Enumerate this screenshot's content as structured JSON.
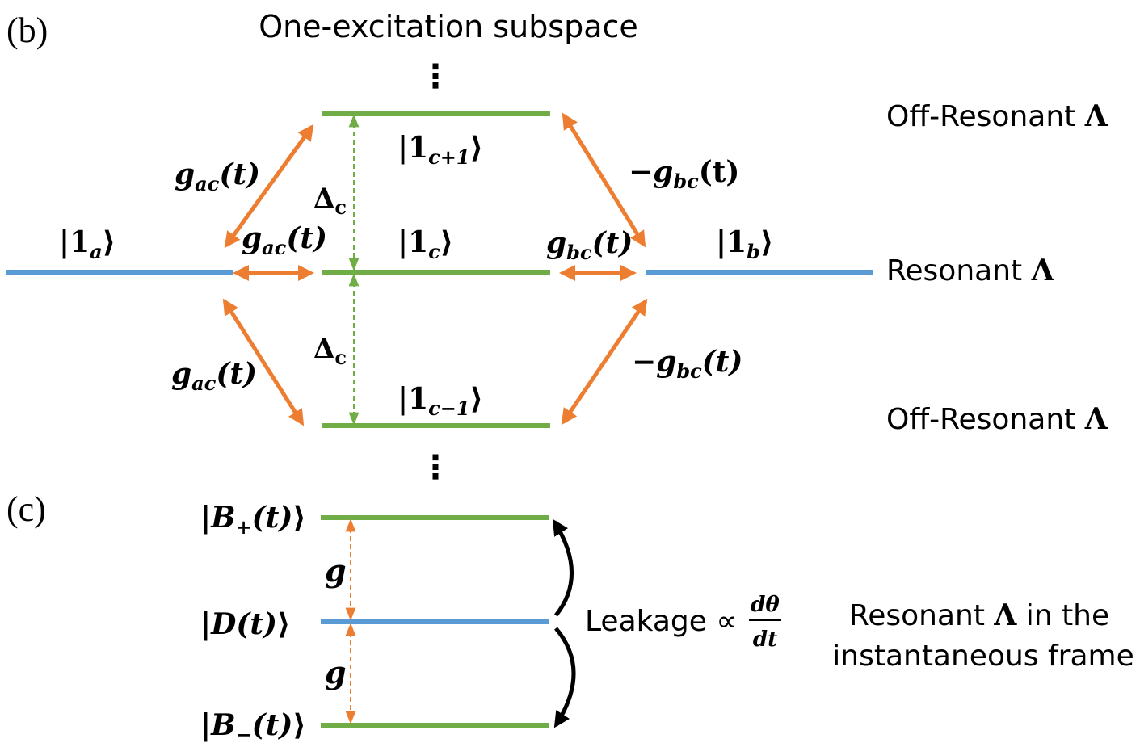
{
  "panel_b": {
    "panel_label": "(b)",
    "title": "One-excitation subspace",
    "states": {
      "a": {
        "ket": "1",
        "sub": "a"
      },
      "b": {
        "ket": "1",
        "sub": "b"
      },
      "c": {
        "ket": "1",
        "sub": "c"
      },
      "c_plus": {
        "ket": "1",
        "sub": "c+1"
      },
      "c_minus": {
        "ket": "1",
        "sub": "c−1"
      }
    },
    "couplings": {
      "ac_top": {
        "g": "g",
        "sub": "ac",
        "arg": "(t)"
      },
      "ac_mid": {
        "g": "g",
        "sub": "ac",
        "arg": "(t)"
      },
      "ac_bot": {
        "g": "g",
        "sub": "ac",
        "arg": "(t)"
      },
      "bc_top": {
        "sign": "−",
        "g": "g",
        "sub": "bc",
        "arg": "(t)"
      },
      "bc_mid": {
        "g": "g",
        "sub": "bc",
        "arg": "(t)"
      },
      "bc_bot": {
        "sign": "−",
        "g": "g",
        "sub": "bc",
        "arg": "(t)"
      }
    },
    "detuning": {
      "symbol": "Δ",
      "sub": "c"
    },
    "dots": "⋮",
    "side_labels": {
      "top": {
        "text": "Off-Resonant ",
        "symbol": "Λ"
      },
      "mid": {
        "text": "Resonant ",
        "symbol": "Λ"
      },
      "bot": {
        "text": "Off-Resonant ",
        "symbol": "Λ"
      }
    }
  },
  "panel_c": {
    "panel_label": "(c)",
    "states": {
      "b_plus": {
        "name": "B",
        "sub": "+",
        "arg": "(t)"
      },
      "dark": {
        "name": "D",
        "arg": "(t)"
      },
      "b_minus": {
        "name": "B",
        "sub": "−",
        "arg": "(t)"
      }
    },
    "gap_label_top": "g",
    "gap_label_bottom": "g",
    "leakage": {
      "text": "Leakage ∝ ",
      "num": "dθ",
      "den": "dt"
    },
    "frame_label": {
      "line1_pre": "Resonant ",
      "line1_symbol": "Λ",
      "line1_post": " in the",
      "line2": "instantaneous frame"
    }
  },
  "colors": {
    "blue_level": "#5b9bd5",
    "green_level": "#70ad47",
    "orange_arrow": "#ed7d31",
    "black": "#000000"
  }
}
